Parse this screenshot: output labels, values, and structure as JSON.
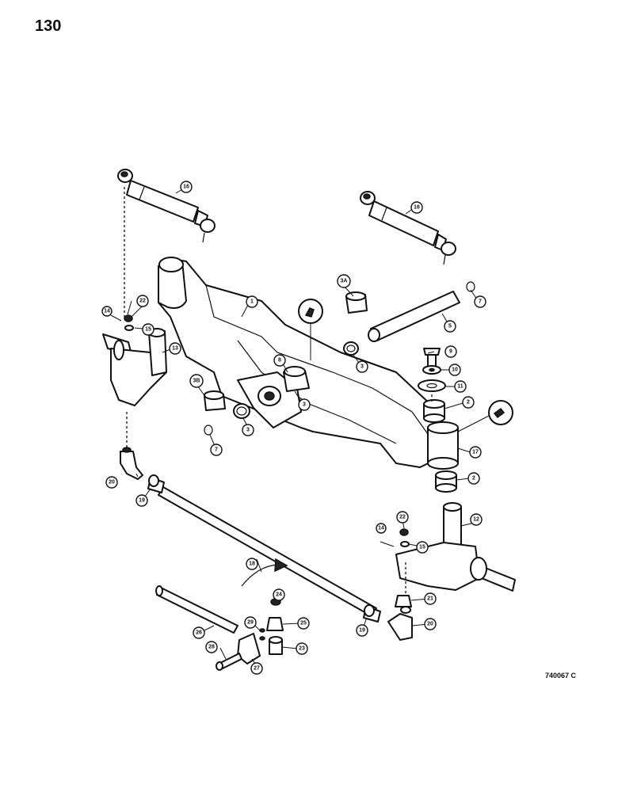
{
  "page": {
    "number": "130",
    "figure_code": "740067 C"
  },
  "callouts": [
    {
      "id": "c1",
      "label": "1"
    },
    {
      "id": "c2a",
      "label": "2"
    },
    {
      "id": "c2b",
      "label": "2"
    },
    {
      "id": "c3a",
      "label": "3"
    },
    {
      "id": "c3b",
      "label": "3"
    },
    {
      "id": "c3c",
      "label": "3"
    },
    {
      "id": "c3A",
      "label": "3A"
    },
    {
      "id": "c3B",
      "label": "3B"
    },
    {
      "id": "c5",
      "label": "5"
    },
    {
      "id": "c7a",
      "label": "7"
    },
    {
      "id": "c7b",
      "label": "7"
    },
    {
      "id": "c8",
      "label": "8"
    },
    {
      "id": "c9",
      "label": "9"
    },
    {
      "id": "c10",
      "label": "10"
    },
    {
      "id": "c11",
      "label": "11"
    },
    {
      "id": "c12",
      "label": "12"
    },
    {
      "id": "c13",
      "label": "13"
    },
    {
      "id": "c14a",
      "label": "14"
    },
    {
      "id": "c14b",
      "label": "14"
    },
    {
      "id": "c15a",
      "label": "15"
    },
    {
      "id": "c15b",
      "label": "15"
    },
    {
      "id": "c16a",
      "label": "16"
    },
    {
      "id": "c16b",
      "label": "16"
    },
    {
      "id": "c17",
      "label": "17"
    },
    {
      "id": "c18",
      "label": "18"
    },
    {
      "id": "c19a",
      "label": "19"
    },
    {
      "id": "c19b",
      "label": "19"
    },
    {
      "id": "c20a",
      "label": "20"
    },
    {
      "id": "c20b",
      "label": "20"
    },
    {
      "id": "c21",
      "label": "21"
    },
    {
      "id": "c22a",
      "label": "22"
    },
    {
      "id": "c22b",
      "label": "22"
    },
    {
      "id": "c23",
      "label": "23"
    },
    {
      "id": "c24",
      "label": "24"
    },
    {
      "id": "c25",
      "label": "25"
    },
    {
      "id": "c26",
      "label": "26"
    },
    {
      "id": "c27",
      "label": "27"
    },
    {
      "id": "c28",
      "label": "28"
    },
    {
      "id": "c29",
      "label": "29"
    }
  ]
}
